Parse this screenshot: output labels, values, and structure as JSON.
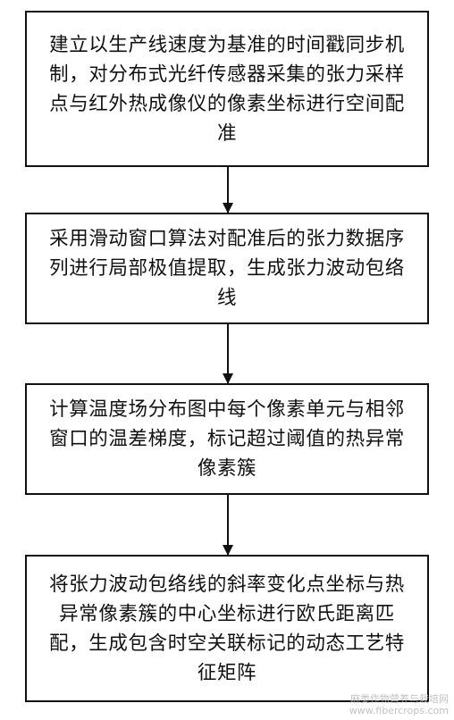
{
  "flowchart": {
    "steps": [
      {
        "text": "建立以生产线速度为基准的时间戳同步机制，对分布式光纤传感器采集的张力采样点与红外热成像仪的像素坐标进行空间配准"
      },
      {
        "text": "采用滑动窗口算法对配准后的张力数据序列进行局部极值提取，生成张力波动包络线"
      },
      {
        "text": "计算温度场分布图中每个像素单元与相邻窗口的温差梯度，标记超过阈值的热异常像素簇"
      },
      {
        "text": "将张力波动包络线的斜率变化点坐标与热异常像素簇的中心坐标进行欧氏距离匹配，生成包含时空关联标记的动态工艺特征矩阵"
      }
    ]
  },
  "watermark": {
    "line1": "麻类作物营养与栽培网",
    "line2": "www.fibercrops.com"
  }
}
